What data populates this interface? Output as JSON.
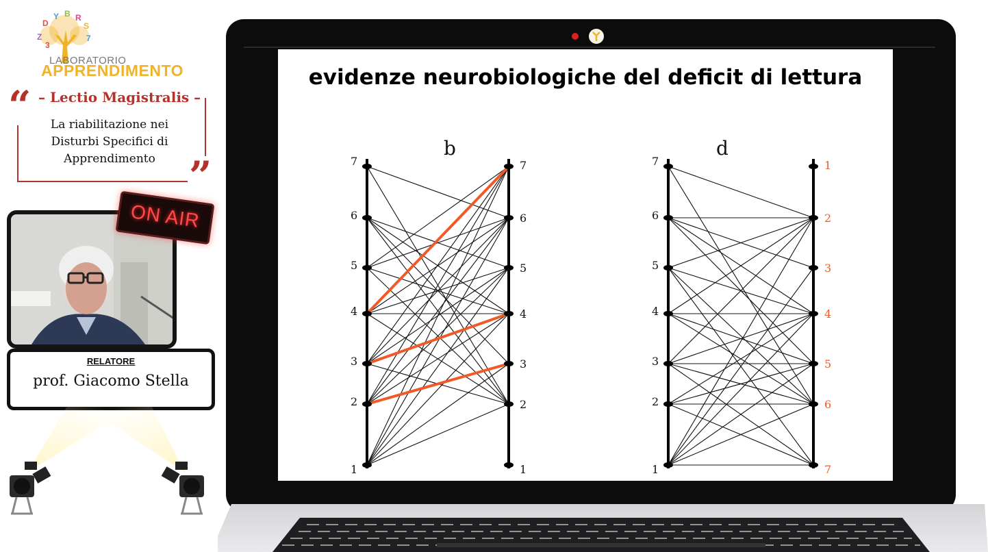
{
  "brand": {
    "logo_line1": "LABORATORIO",
    "logo_line2": "APPRENDIMENTO",
    "accent_color": "#f0b32c"
  },
  "lecture": {
    "heading": "– Lectio Magistralis –",
    "title": "La riabilitazione nei Disturbi Specifici di Apprendimento",
    "accent_color": "#b5312b"
  },
  "badge": {
    "on_air": "ON AIR"
  },
  "speaker": {
    "role_label": "RELATORE",
    "name": "prof. Giacomo Stella"
  },
  "slide": {
    "title": "evidenze neurobiologiche del deficit di lettura",
    "highlight_color": "#f05a28",
    "diagrams": [
      {
        "label": "b",
        "left_ticks": [
          "7",
          "6",
          "5",
          "4",
          "3",
          "2",
          "1"
        ],
        "right_ticks": [
          "7",
          "6",
          "5",
          "4",
          "3",
          "2",
          "1"
        ],
        "right_tick_color": "#111111",
        "connections": [
          [
            7,
            6
          ],
          [
            7,
            2
          ],
          [
            6,
            5
          ],
          [
            6,
            3
          ],
          [
            6,
            2
          ],
          [
            6,
            4
          ],
          [
            5,
            7
          ],
          [
            5,
            6
          ],
          [
            5,
            4
          ],
          [
            5,
            2
          ],
          [
            4,
            6
          ],
          [
            4,
            5
          ],
          [
            4,
            4
          ],
          [
            4,
            2
          ],
          [
            3,
            7
          ],
          [
            3,
            6
          ],
          [
            3,
            5
          ],
          [
            3,
            4
          ],
          [
            3,
            2
          ],
          [
            2,
            6
          ],
          [
            2,
            5
          ],
          [
            2,
            4
          ],
          [
            2,
            7
          ],
          [
            1,
            7
          ],
          [
            1,
            6
          ],
          [
            1,
            5
          ],
          [
            1,
            4
          ],
          [
            1,
            3
          ],
          [
            1,
            2
          ]
        ],
        "highlighted_path": [
          [
            2,
            3
          ],
          [
            3,
            4
          ],
          [
            4,
            7
          ]
        ]
      },
      {
        "label": "d",
        "left_ticks": [
          "7",
          "6",
          "5",
          "4",
          "3",
          "2",
          "1"
        ],
        "right_ticks": [
          "1",
          "2",
          "3",
          "4",
          "5",
          "6",
          "7"
        ],
        "right_tick_color": "#f05a28",
        "connections": [
          [
            7,
            2
          ],
          [
            7,
            6
          ],
          [
            6,
            3
          ],
          [
            6,
            5
          ],
          [
            6,
            4
          ],
          [
            6,
            6
          ],
          [
            5,
            1
          ],
          [
            5,
            2
          ],
          [
            5,
            4
          ],
          [
            5,
            6
          ],
          [
            4,
            2
          ],
          [
            4,
            3
          ],
          [
            4,
            4
          ],
          [
            4,
            6
          ],
          [
            3,
            1
          ],
          [
            3,
            2
          ],
          [
            3,
            3
          ],
          [
            3,
            4
          ],
          [
            3,
            6
          ],
          [
            2,
            2
          ],
          [
            2,
            3
          ],
          [
            2,
            4
          ],
          [
            2,
            1
          ],
          [
            1,
            1
          ],
          [
            1,
            2
          ],
          [
            1,
            3
          ],
          [
            1,
            4
          ],
          [
            1,
            5
          ],
          [
            1,
            6
          ]
        ]
      }
    ]
  }
}
